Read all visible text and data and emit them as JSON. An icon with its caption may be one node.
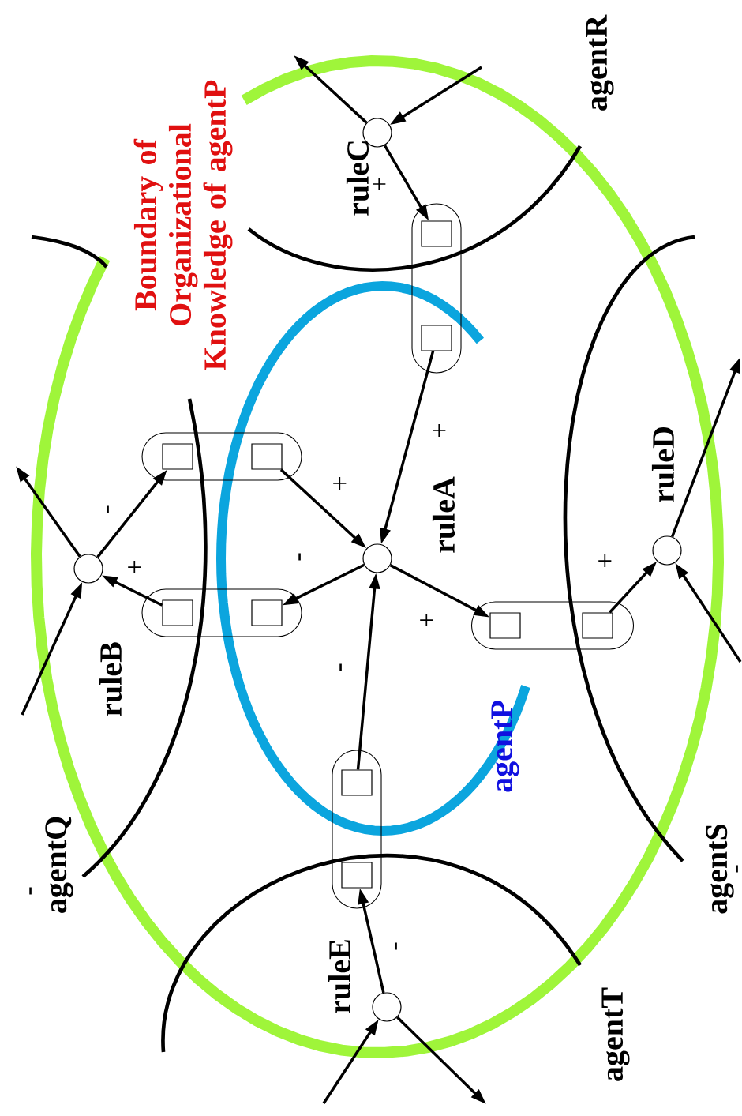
{
  "diagram": {
    "nodes": [
      {
        "text": [],
        "shape": "pill"
      },
      {
        "text": [],
        "shape": "box",
        "in": 0
      },
      {
        "text": [],
        "shape": "box",
        "in": 0
      },
      {
        "text": [],
        "shape": "pill"
      },
      {
        "text": [],
        "shape": "box",
        "in": 3
      },
      {
        "text": [],
        "shape": "box",
        "in": 3
      },
      {
        "text": [],
        "shape": "circle",
        "beside": [
          "ruleB"
        ]
      },
      {
        "text": [],
        "shape": "circle",
        "beside": [
          "ruleC"
        ]
      },
      {
        "text": [],
        "shape": "pill"
      },
      {
        "text": [],
        "shape": "box",
        "in": 8
      },
      {
        "text": [],
        "shape": "box",
        "in": 8
      },
      {
        "text": [],
        "shape": "circle",
        "beside": [
          "ruleA"
        ]
      },
      {
        "text": [],
        "shape": "pill"
      },
      {
        "text": [],
        "shape": "box",
        "in": 12
      },
      {
        "text": [],
        "shape": "box",
        "in": 12
      },
      {
        "text": [],
        "shape": "circle",
        "beside": [
          "ruleD"
        ]
      },
      {
        "text": [],
        "shape": "pill"
      },
      {
        "text": [],
        "shape": "box",
        "in": 16
      },
      {
        "text": [],
        "shape": "box",
        "in": 16
      },
      {
        "text": [],
        "shape": "circle",
        "beside": [
          "ruleE"
        ]
      }
    ],
    "edges": [
      {
        "from": 2,
        "to": 11,
        "arrow": "to",
        "label": "+"
      },
      {
        "from": 11,
        "to": 5,
        "arrow": "to",
        "label": "-"
      },
      {
        "from": 17,
        "to": 11,
        "arrow": "to",
        "label": "-"
      },
      {
        "from": 10,
        "to": 11,
        "arrow": "to",
        "label": "+"
      },
      {
        "from": 11,
        "to": 13,
        "arrow": "to",
        "label": "+"
      },
      {
        "from": 4,
        "to": 6,
        "arrow": "to",
        "label": "+"
      },
      {
        "from": 6,
        "to": 1,
        "arrow": "to",
        "label": "-"
      },
      {
        "from": null,
        "to": 6,
        "arrow": "to"
      },
      {
        "from": 6,
        "to": null,
        "arrow": "to"
      },
      {
        "from": 7,
        "to": 9,
        "arrow": "to",
        "label": "+"
      },
      {
        "from": null,
        "to": 7,
        "arrow": "to"
      },
      {
        "from": 7,
        "to": null,
        "arrow": "to"
      },
      {
        "from": 14,
        "to": 15,
        "arrow": "to",
        "label": "+"
      },
      {
        "from": 15,
        "to": null,
        "arrow": "to"
      },
      {
        "from": null,
        "to": 15,
        "arrow": "to"
      },
      {
        "from": 19,
        "to": 18,
        "arrow": "to",
        "label": "-"
      },
      {
        "from": null,
        "to": 19,
        "arrow": "to"
      },
      {
        "from": 19,
        "to": null,
        "arrow": "to"
      }
    ],
    "labels": [
      "Boundary of Organizational Knowledge of agentP",
      "agentR",
      "agentQ",
      "agentP",
      "agentS",
      "agentT",
      "-",
      "-"
    ]
  }
}
